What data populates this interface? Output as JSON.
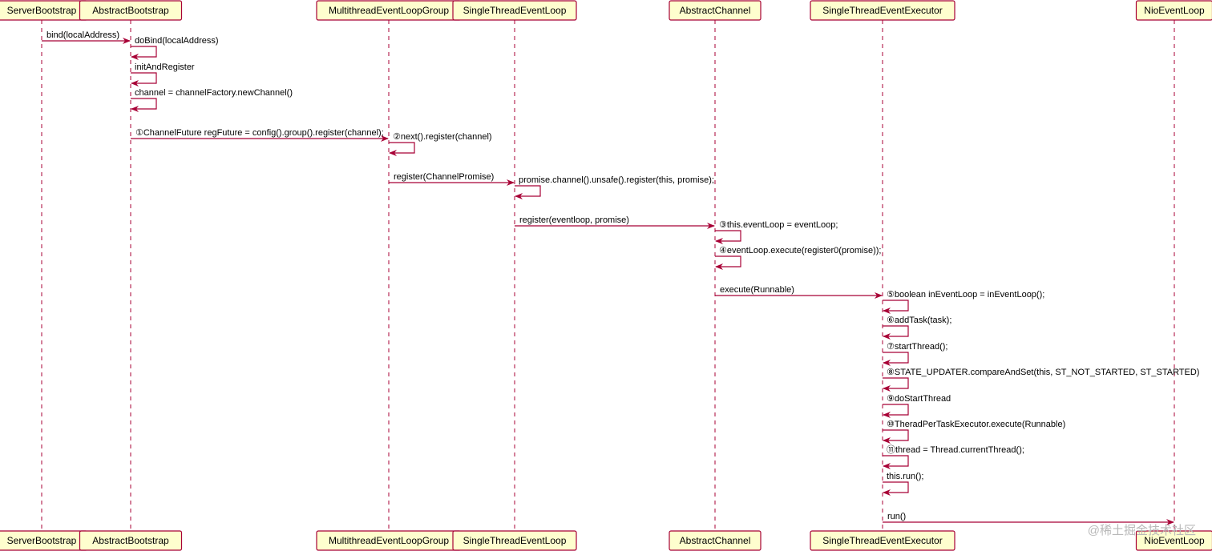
{
  "participants": [
    "ServerBootstrap",
    "AbstractBootstrap",
    "MultithreadEventLoopGroup",
    "SingleThreadEventLoop",
    "AbstractChannel",
    "SingleThreadEventExecutor",
    "NioEventLoop"
  ],
  "messages": [
    {
      "from": 0,
      "to": 1,
      "label": "bind(localAddress)"
    },
    {
      "from": 1,
      "to": 1,
      "label": "doBind(localAddress)"
    },
    {
      "from": 1,
      "to": 1,
      "label": "initAndRegister"
    },
    {
      "from": 1,
      "to": 1,
      "label": "channel = channelFactory.newChannel()"
    },
    {
      "from": 1,
      "to": 2,
      "label": "①ChannelFuture regFuture = config().group().register(channel);"
    },
    {
      "from": 2,
      "to": 2,
      "label": "②next().register(channel)"
    },
    {
      "from": 2,
      "to": 3,
      "label": "register(ChannelPromise)"
    },
    {
      "from": 3,
      "to": 3,
      "label": "promise.channel().unsafe().register(this, promise);"
    },
    {
      "from": 3,
      "to": 4,
      "label": "register(eventloop, promise)"
    },
    {
      "from": 4,
      "to": 4,
      "label": "③this.eventLoop = eventLoop;"
    },
    {
      "from": 4,
      "to": 4,
      "label": "④eventLoop.execute(register0(promise));"
    },
    {
      "from": 4,
      "to": 5,
      "label": "execute(Runnable)"
    },
    {
      "from": 5,
      "to": 5,
      "label": "⑤boolean inEventLoop = inEventLoop();"
    },
    {
      "from": 5,
      "to": 5,
      "label": "⑥addTask(task);"
    },
    {
      "from": 5,
      "to": 5,
      "label": "⑦startThread();"
    },
    {
      "from": 5,
      "to": 5,
      "label": "⑧STATE_UPDATER.compareAndSet(this, ST_NOT_STARTED, ST_STARTED)"
    },
    {
      "from": 5,
      "to": 5,
      "label": "⑨doStartThread"
    },
    {
      "from": 5,
      "to": 5,
      "label": "⑩TheradPerTaskExecutor.execute(Runnable)"
    },
    {
      "from": 5,
      "to": 5,
      "label": "⑪thread = Thread.currentThread();"
    },
    {
      "from": 5,
      "to": 5,
      "label": "this.run();"
    },
    {
      "from": 5,
      "to": 6,
      "label": "run()"
    }
  ],
  "watermark": "@稀土掘金技术社区",
  "colors": {
    "box_fill": "#fefece",
    "box_stroke": "#a80036",
    "arrow": "#a80036",
    "lifeline": "#a80036",
    "watermark": "#b9b9b9"
  }
}
